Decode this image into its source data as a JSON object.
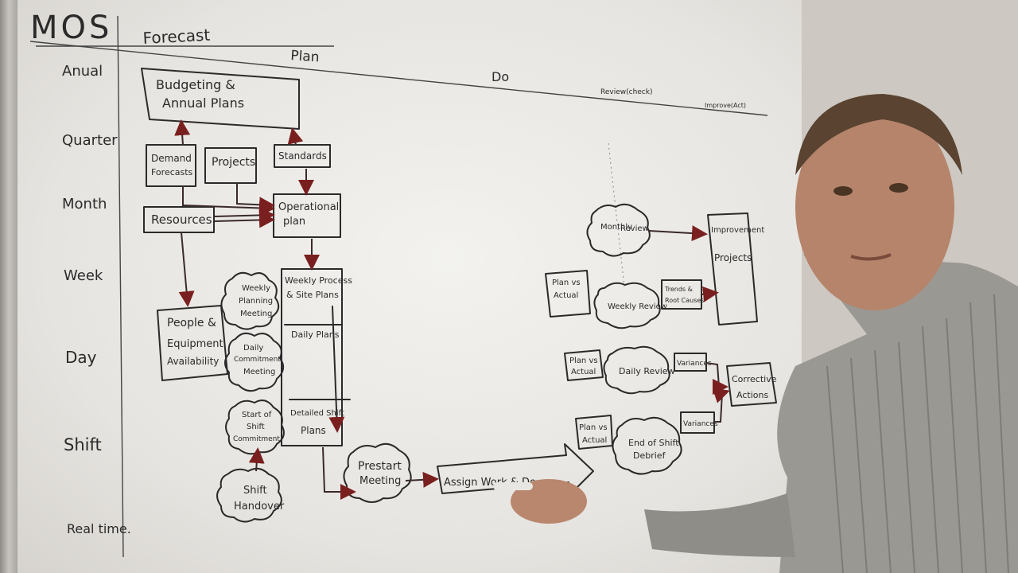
{
  "board": {
    "title": "MOS",
    "columns": {
      "forecast": "Forecast",
      "plan": "Plan",
      "do": "Do",
      "review": "Review(check)",
      "improve": "Improve(Act)"
    },
    "rows": {
      "annual": "Anual",
      "quarter": "Quarter",
      "month": "Month",
      "week": "Week",
      "day": "Day",
      "shift": "Shift",
      "realtime": "Real time."
    }
  },
  "nodes": {
    "budgeting": [
      "Budgeting &",
      "Annual Plans"
    ],
    "demand": [
      "Demand",
      "Forecasts"
    ],
    "projects": "Projects",
    "standards": "Standards",
    "resources": "Resources",
    "operational": [
      "Operational",
      "plan"
    ],
    "people": [
      "People &",
      "Equipment",
      "Availability"
    ],
    "weekly_planning": [
      "Weekly",
      "Planning",
      "Meeting"
    ],
    "daily_commitment": [
      "Daily",
      "Commitment",
      "Meeting"
    ],
    "weekly_process": [
      "Weekly Process",
      "& Site Plans"
    ],
    "daily_plans": "Daily Plans",
    "detailed_shift": [
      "Detailed Shift",
      "Plans"
    ],
    "start_shift": [
      "Start of",
      "Shift",
      "Commitment"
    ],
    "shift_handover": [
      "Shift",
      "Handover"
    ],
    "prestart": [
      "Prestart",
      "Meeting"
    ],
    "assign": "Assign Work  &  Do",
    "monthly_review": [
      "Monthly",
      "Review"
    ],
    "improvement": [
      "Improvement",
      "Projects"
    ],
    "plan_actual_week": [
      "Plan vs",
      "Actual"
    ],
    "weekly_review": "Weekly Review",
    "trends": [
      "Trends &",
      "Root Causes"
    ],
    "plan_actual_day": [
      "Plan vs",
      "Actual"
    ],
    "daily_review": "Daily Review",
    "variances_day": "Variances",
    "corrective": [
      "Corrective",
      "Actions"
    ],
    "plan_actual_shift": [
      "Plan vs",
      "Actual"
    ],
    "end_shift": [
      "End of Shift",
      "Debrief"
    ],
    "variances_shift": "Variances"
  }
}
